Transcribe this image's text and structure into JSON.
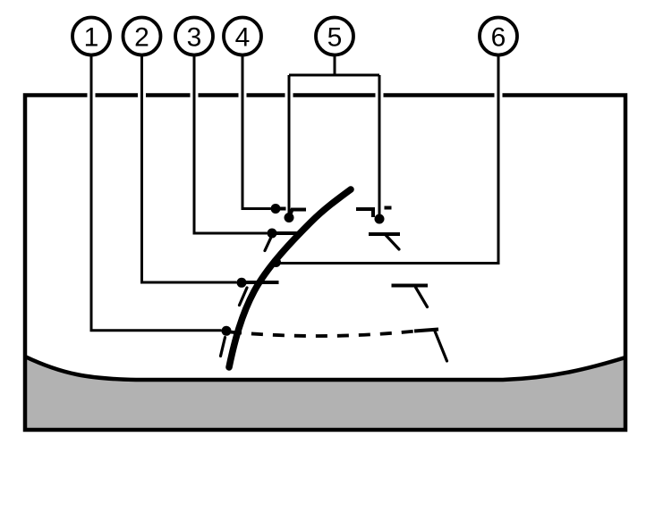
{
  "figure": {
    "title": "rear-view-monitor-guide-line-diagram",
    "background_color": "#ffffff",
    "line_color": "#000000",
    "bumper_fill": "#b2b2b2"
  },
  "callouts": [
    {
      "label": "1"
    },
    {
      "label": "2"
    },
    {
      "label": "3"
    },
    {
      "label": "4"
    },
    {
      "label": "5"
    },
    {
      "label": "6"
    }
  ]
}
